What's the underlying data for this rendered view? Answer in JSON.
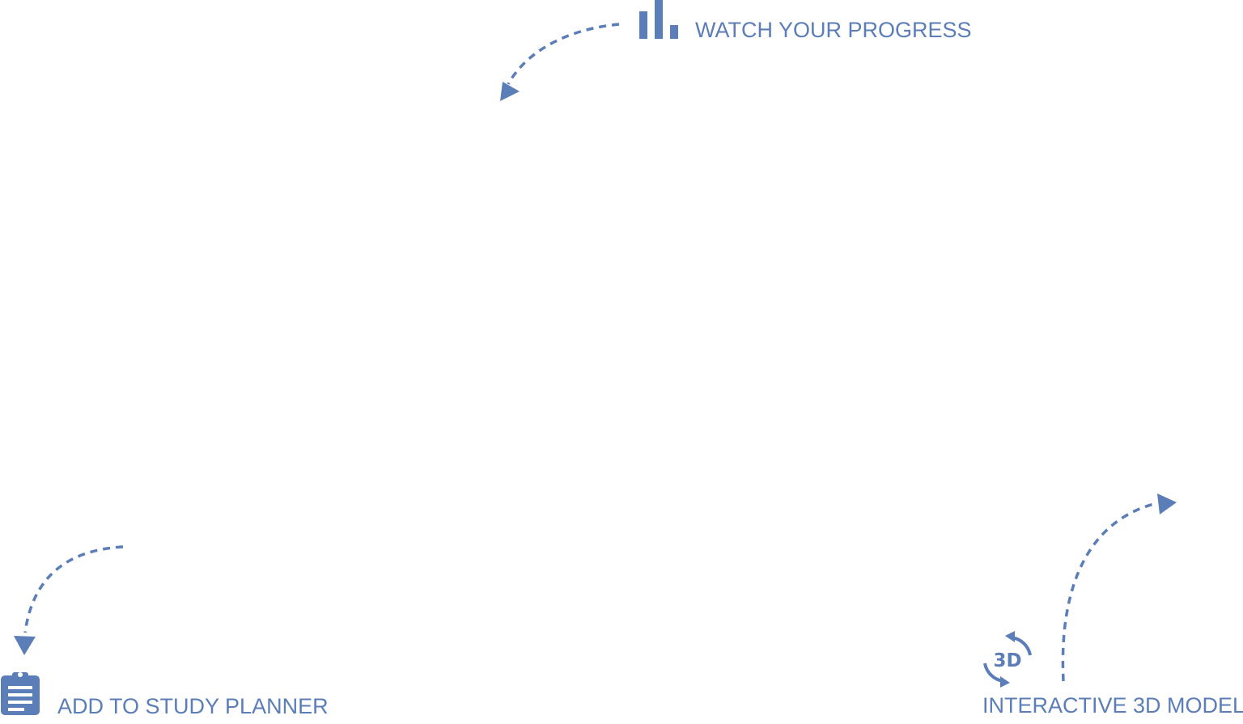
{
  "theme": {
    "accent": "#5b7db8"
  },
  "hints": {
    "progress": {
      "label": "WATCH YOUR PROGRESS",
      "icon": "bar-chart-icon"
    },
    "planner": {
      "label": "ADD TO STUDY PLANNER",
      "icon": "clipboard-icon"
    },
    "model": {
      "label": "INTERACTIVE 3D MODEL",
      "icon": "rotate-3d-icon",
      "icon_text": "3D"
    }
  }
}
